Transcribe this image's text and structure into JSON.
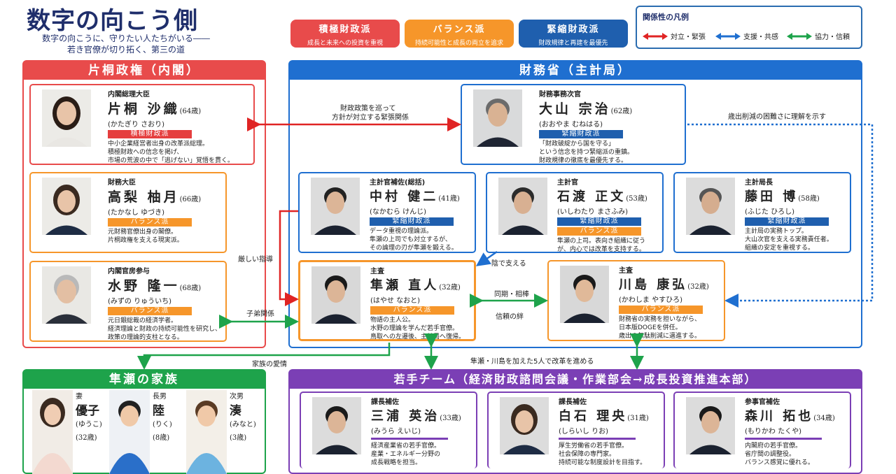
{
  "header": {
    "title": "数字の向こう側",
    "subtitle_1": "数字の向こうに、守りたい人たちがいる――",
    "subtitle_2": "若き官僚が切り拓く、第三の道"
  },
  "factions": [
    {
      "name": "積極財政派",
      "desc": "成長と未来への投資を重視",
      "color": "#e84b4b"
    },
    {
      "name": "バランス派",
      "desc": "持続可能性と成長の両立を追求",
      "color": "#f6962a"
    },
    {
      "name": "緊縮財政派",
      "desc": "財政規律と再建を最優先",
      "color": "#1f5fae"
    }
  ],
  "legend": {
    "title": "関係性の凡例",
    "items": [
      {
        "label": "対立・緊張",
        "color": "#e02424"
      },
      {
        "label": "支援・共感",
        "color": "#1f6fd0"
      },
      {
        "label": "協力・信頼",
        "color": "#1ea34b"
      }
    ]
  },
  "sections": {
    "cabinet": "片桐政権（内閣）",
    "mof": "財務省（主計局）",
    "family": "隼瀬の家族",
    "team": "若手チーム（経済財政諮問会議・作業部会→成長投資推進本部）"
  },
  "people": {
    "katagiri": {
      "role": "内閣総理大臣",
      "name": "片桐 沙織",
      "age": "(64歳)",
      "kana": "(かたぎり さおり)",
      "tag": "積極財政派",
      "desc": [
        "中小企業経営者出身の改革派総理。",
        "積極財政への信念を掲げ、",
        "市場の荒波の中で「逃げない」覚悟を貫く。"
      ]
    },
    "takanashi": {
      "role": "財務大臣",
      "name": "高梨 柚月",
      "age": "(66歳)",
      "kana": "(たかなし ゆづき)",
      "tag": "バランス派",
      "desc": [
        "元財務官僚出身の閣僚。",
        "片桐政権を支える現実派。"
      ]
    },
    "mizuno": {
      "role": "内閣官房参与",
      "name": "水野 隆一",
      "age": "(68歳)",
      "kana": "(みずの りゅういち)",
      "tag": "バランス派",
      "desc": [
        "元日銀総裁の経済学者。",
        "経済理論と財政の持続可能性を研究し、",
        "政策の理論的支柱となる。"
      ]
    },
    "oyama": {
      "role": "財務事務次官",
      "name": "大山 宗治",
      "age": "(62歳)",
      "kana": "(おおやま むねはる)",
      "tag": "緊縮財政派",
      "desc": [
        "「財政破綻から国を守る」",
        "という信念を持つ緊縮派の重鎮。",
        "財政規律の徹底を最優先する。"
      ]
    },
    "nakamura": {
      "role": "主計官補佐(総括)",
      "name": "中村 健二",
      "age": "(41歳)",
      "kana": "(なかむら けんじ)",
      "tag": "緊縮財政派",
      "desc": [
        "データ重視の理論派。",
        "隼瀬の上司でも対立するが、",
        "その論理の刃が隼瀬を鍛える。"
      ]
    },
    "ishiwata": {
      "role": "主計官",
      "name": "石渡 正文",
      "age": "(53歳)",
      "kana": "(いしわたり まさふみ)",
      "tag": "緊縮財政派",
      "tag2": "バランス派",
      "desc": [
        "隼瀬の上司。表向き組織に従う",
        "が、内心では改革を支持する。"
      ]
    },
    "fujita": {
      "role": "主計局長",
      "name": "藤田 博",
      "age": "(58歳)",
      "kana": "(ふじた ひろし)",
      "tag": "緊縮財政派",
      "desc": [
        "主計局の実務トップ。",
        "大山次官を支える実務責任者。",
        "組織の安定を重視する。"
      ]
    },
    "hayase": {
      "role": "主査",
      "name": "隼瀬 直人",
      "age": "(32歳)",
      "kana": "(はやせ なおと)",
      "tag": "バランス派",
      "desc": [
        "物語の主人公。",
        "水野の理論を学んだ若手官僚。",
        "鳥取への左遷後、主計局へ復帰。"
      ]
    },
    "kawashima": {
      "role": "主査",
      "name": "川島 康弘",
      "age": "(32歳)",
      "kana": "(かわしま やすひろ)",
      "tag": "バランス派",
      "desc": [
        "財務省の実務を担いながら、",
        "日本版DOGEを併任。",
        "歳出の無駄削減に邁進する。"
      ]
    },
    "miura": {
      "role": "課長補佐",
      "name": "三浦 英治",
      "age": "(33歳)",
      "kana": "(みうら えいじ)",
      "desc": [
        "経済産業省の若手官僚。",
        "産業・エネルギー分野の",
        "成長戦略を担当。"
      ]
    },
    "shiraishi": {
      "role": "課長補佐",
      "name": "白石 理央",
      "age": "(31歳)",
      "kana": "(しらいし りお)",
      "desc": [
        "厚生労働省の若手官僚。",
        "社会保障の専門家。",
        "持続可能な制度設計を目指す。"
      ]
    },
    "morikawa": {
      "role": "参事官補佐",
      "name": "森川 拓也",
      "age": "(34歳)",
      "kana": "(もりかわ たくや)",
      "desc": [
        "内閣府の若手官僚。",
        "省庁間の調整役。",
        "バランス感覚に優れる。"
      ]
    }
  },
  "family": [
    {
      "rel": "妻",
      "name": "優子",
      "kana": "(ゆうこ)",
      "age": "(32歳)"
    },
    {
      "rel": "長男",
      "name": "陸",
      "kana": "(りく)",
      "age": "(8歳)"
    },
    {
      "rel": "次男",
      "name": "湊",
      "kana": "(みなと)",
      "age": "(3歳)"
    }
  ],
  "relations": {
    "r1": "財政政策を巡って",
    "r1b": "方針が対立する緊張関係",
    "r2": "歳出削減の困難さに理解を示す",
    "r3": "厳しい指導",
    "r4": "陰で支える",
    "r5": "同期・相棒",
    "r6": "信頼の絆",
    "r7": "子弟関係",
    "r8": "家族の愛情",
    "r9": "隼瀬・川島を加えた5人で改革を進める"
  }
}
